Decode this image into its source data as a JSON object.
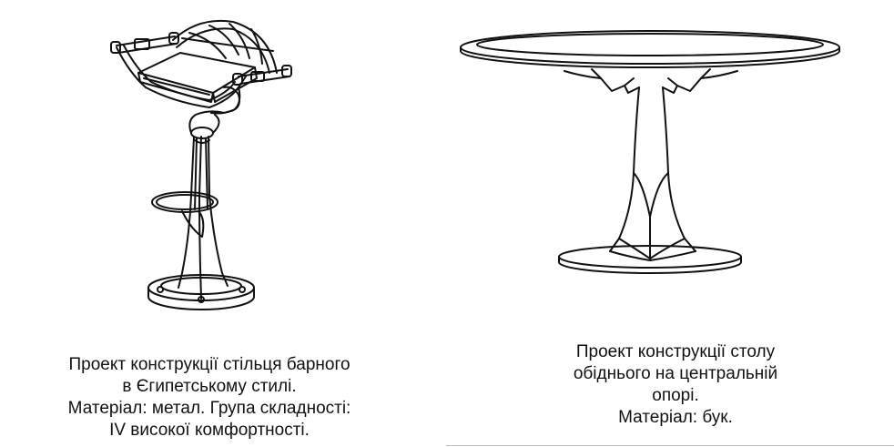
{
  "stool": {
    "caption": [
      "Проект конструкції стільця барного",
      "в Єгипетському стилі.",
      "Матеріал: метал. Група складності:",
      "IV високої комфортності."
    ]
  },
  "table": {
    "caption": [
      "Проект конструкції столу",
      "обіднього на центральній",
      "опорі.",
      "Матеріал: бук."
    ]
  }
}
